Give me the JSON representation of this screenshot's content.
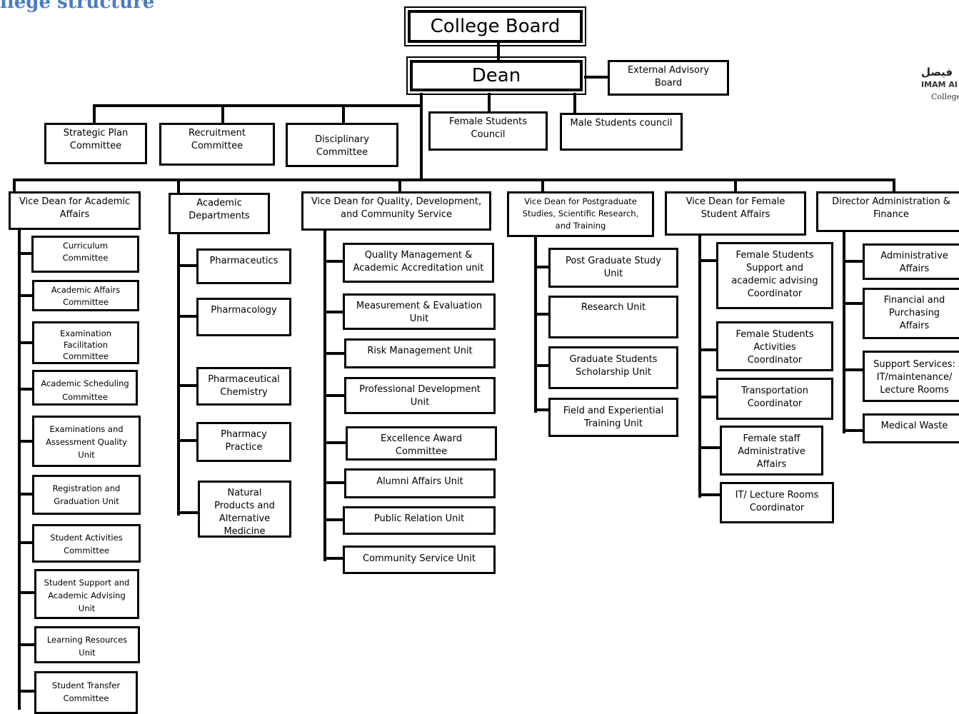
{
  "heading": "llege structure",
  "logo": {
    "arabic": "فيصل",
    "line2": "IMAM AI",
    "line3": "College"
  },
  "top": {
    "college_board": "College Board",
    "dean": "Dean",
    "external_advisory_board": "External Advisory\nBoard",
    "female_students_council": "Female Students\nCouncil",
    "male_students_council": "Male Students council",
    "strategic_plan_committee": "Strategic Plan\nCommittee",
    "recruitment_committee": "Recruitment\nCommittee",
    "disciplinary_committee": "Disciplinary\nCommittee"
  },
  "vice_dean_academic": {
    "title": "Vice Dean for Academic\nAffairs",
    "items": [
      "Curriculum\nCommittee",
      "Academic Affairs\nCommittee",
      "Examination\nFacilitation\nCommittee",
      "Academic Scheduling\nCommittee",
      "Examinations and\nAssessment Quality\nUnit",
      "Registration and\nGraduation Unit",
      "Student Activities\nCommittee",
      "Student Support and\nAcademic Advising\nUnit",
      "Learning Resources\nUnit",
      "Student Transfer\nCommittee"
    ]
  },
  "academic_departments": {
    "title": "Academic\nDepartments",
    "items": [
      "Pharmaceutics",
      "Pharmacology",
      "Pharmaceutical\nChemistry",
      "Pharmacy\nPractice",
      "Natural\nProducts and\nAlternative\nMedicine"
    ]
  },
  "vice_dean_quality": {
    "title": "Vice Dean for Quality, Development,\nand Community Service",
    "items": [
      "Quality Management &\nAcademic Accreditation unit",
      "Measurement & Evaluation\nUnit",
      "Risk Management Unit",
      "Professional Development\nUnit",
      "Excellence Award\nCommittee",
      "Alumni Affairs Unit",
      "Public Relation Unit",
      "Community Service Unit"
    ]
  },
  "vice_dean_postgraduate": {
    "title": "Vice Dean for Postgraduate\nStudies, Scientific Research,\nand Training",
    "items": [
      "Post Graduate Study\nUnit",
      "Research Unit",
      "Graduate Students\nScholarship Unit",
      "Field and Experiential\nTraining Unit"
    ]
  },
  "vice_dean_female": {
    "title": "Vice Dean for Female\nStudent Affairs",
    "items": [
      "Female Students\nSupport and\nacademic advising\nCoordinator",
      "Female Students\nActivities\nCoordinator",
      "Transportation\nCoordinator",
      "Female staff\nAdministrative\nAffairs",
      "IT/ Lecture Rooms\nCoordinator"
    ]
  },
  "director_admin": {
    "title": "Director Administration &\nFinance",
    "items": [
      "Administrative\nAffairs",
      "Financial and\nPurchasing\nAffairs",
      "Support Services:\nIT/maintenance/\nLecture Rooms",
      "Medical Waste"
    ]
  }
}
